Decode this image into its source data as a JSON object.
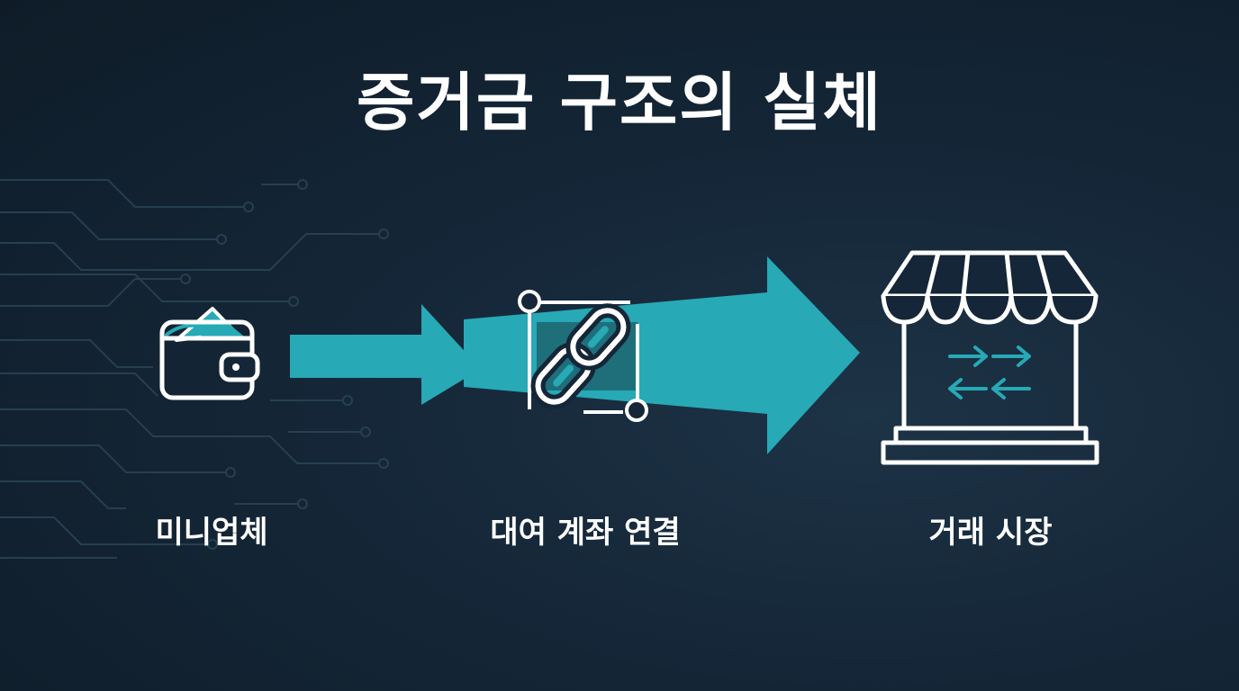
{
  "title": "증거금 구조의 실체",
  "steps": [
    {
      "label": "미니업체",
      "icon": "wallet-icon"
    },
    {
      "label": "대여 계좌 연결",
      "icon": "chain-link-icon"
    },
    {
      "label": "거래 시장",
      "icon": "storefront-icon"
    }
  ],
  "colors": {
    "background": "#142637",
    "accent": "#27a9b6",
    "foreground": "#ffffff",
    "circuit": "#2a4556"
  }
}
